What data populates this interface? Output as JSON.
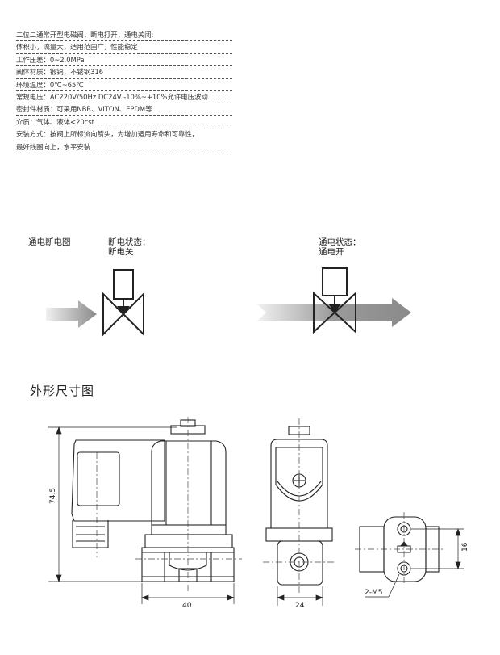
{
  "specs": [
    "二位二通常开型电磁阀，断电打开，通电关闭;",
    "体积小，流量大，适用范围广，性能稳定",
    "工作压差：0~2.0MPa",
    "阀体材质：锻铜，不锈钢316",
    "环境温度：0℃~65℃",
    "常规电压：AC220V/50Hz  DC24V  -10%~+10%允许电压波动",
    "密封件材质：可采用NBR、VITON、EPDM等",
    "介质：气体、液体<20cst",
    "安装方式：按阀上所标流向箭头，为增加适用寿命和可靠性，",
    "最好线圈向上，水平安装"
  ],
  "state_diagram": {
    "heading": "通电断电图",
    "off_line1": "断电状态：",
    "off_line2": "断电关",
    "on_line1": "通电状态：",
    "on_line2": "通电开"
  },
  "dimensions": {
    "title": "外形尺寸图",
    "height": "74.5",
    "width_front": "40",
    "width_side": "24",
    "port_spacing": "16",
    "thread": "2-M5"
  },
  "colors": {
    "arrow_light": "#dcdcdc",
    "arrow_dark": "#8a8a8a",
    "line": "#222222"
  }
}
